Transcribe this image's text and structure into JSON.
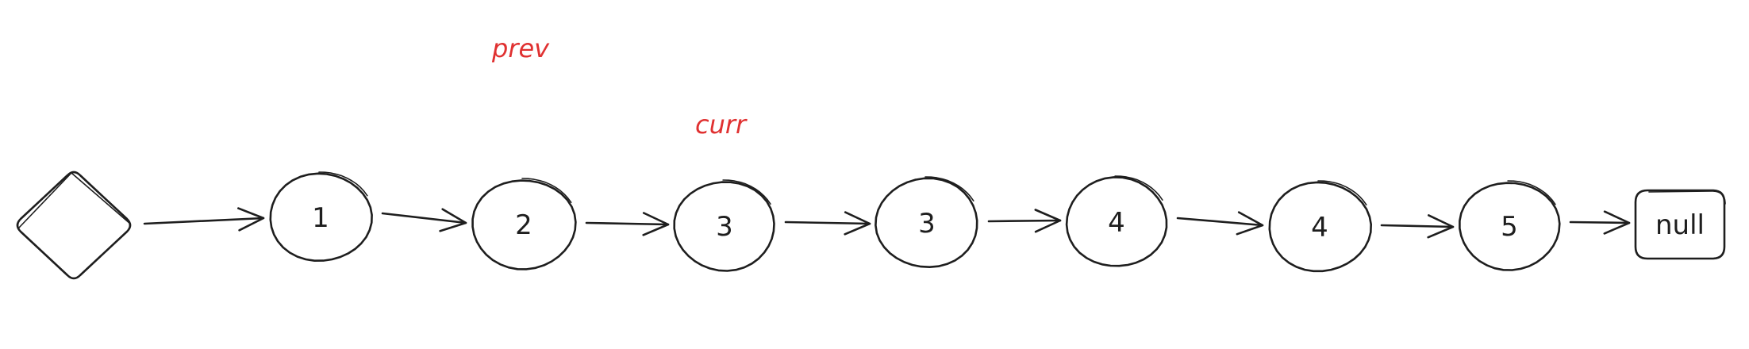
{
  "diagram": {
    "nodes": [
      {
        "id": "dummy",
        "shape": "diamond",
        "label": ""
      },
      {
        "id": "n1",
        "shape": "circle",
        "label": "1"
      },
      {
        "id": "n2",
        "shape": "circle",
        "label": "2"
      },
      {
        "id": "n3a",
        "shape": "circle",
        "label": "3"
      },
      {
        "id": "n3b",
        "shape": "circle",
        "label": "3"
      },
      {
        "id": "n4a",
        "shape": "circle",
        "label": "4"
      },
      {
        "id": "n4b",
        "shape": "circle",
        "label": "4"
      },
      {
        "id": "n5",
        "shape": "circle",
        "label": "5"
      },
      {
        "id": "tail",
        "shape": "rounded-rect",
        "label": "null"
      }
    ],
    "edges": [
      {
        "from": "dummy",
        "to": "n1"
      },
      {
        "from": "n1",
        "to": "n2"
      },
      {
        "from": "n2",
        "to": "n3a"
      },
      {
        "from": "n3a",
        "to": "n3b"
      },
      {
        "from": "n3b",
        "to": "n4a"
      },
      {
        "from": "n4a",
        "to": "n4b"
      },
      {
        "from": "n4b",
        "to": "n5"
      },
      {
        "from": "n5",
        "to": "tail"
      }
    ],
    "pointers": [
      {
        "label": "prev",
        "target": "n2"
      },
      {
        "label": "curr",
        "target": "n3a"
      }
    ],
    "colors": {
      "stroke": "#1e1e1e",
      "pointer": "#e03131",
      "background": "#ffffff"
    }
  }
}
